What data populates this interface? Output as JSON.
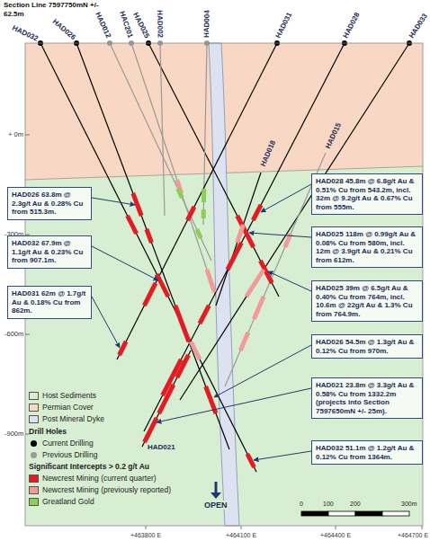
{
  "diagram": {
    "title": "Section Line 7597750mN +/- 62.5m",
    "nodes": [
      {
        "text": [
          "HAD026 63.8m @ 2.3g/t Au & 0.28% Cu from 515.3m."
        ]
      },
      {
        "text": [
          "HAD032 67.9m @ 1.1g/t Au & 0.23% Cu from 907.1m."
        ]
      },
      {
        "text": [
          "HAD031 62m @ 1.7g/t Au & 0.18% Cu from 862m."
        ]
      },
      {
        "text": [
          "HAD028 45.8m @ 6.8g/t Au & 0.51% Cu from 543.2m, incl. 32m @ 9.2g/t Au & 0.67% Cu from 555m."
        ]
      },
      {
        "text": [
          "HAD025 118m @ 0.99g/t Au & 0.08% Cu from 580m, incl. 12m @ 3.9g/t Au & 0.21% Cu from 612m."
        ]
      },
      {
        "text": [
          "HAD025 39m @ 6.5g/t Au & 0.40% Cu from 764m, incl. 10.6m @ 22g/t Au & 1.3% Cu from 764.9m."
        ]
      },
      {
        "text": [
          "HAD026 54.5m @ 1.3g/t Au & 0.12% Cu from 970m."
        ]
      },
      {
        "text": [
          "HAD021 23.8m @ 3.3g/t Au & 0.58% Cu from 1332.2m (projects into Section 7597650mN +/- 25m)."
        ]
      },
      {
        "text": [
          "HAD032 51.1m @ 1.2g/t Au & 0.12% Cu from 1364m."
        ]
      }
    ],
    "labels": [
      "HAD032",
      "HAD026",
      "HAD012",
      "HAC201",
      "HAD025",
      "HAD002",
      "HAD004",
      "HAD031",
      "HAD028",
      "HAD033",
      "HAD015",
      "HAD018",
      "HAD021",
      "+ 0m",
      "-300m",
      "-600m",
      "-900m",
      "+463800 E",
      "+464100 E",
      "+464400 E",
      "+464700 E",
      "Drill Holes",
      "Significant Intercepts > 0.2 g/t Au",
      "OPEN",
      "0",
      "100",
      "200",
      "300m"
    ],
    "legend": [
      {
        "text": "Host Sediments",
        "color": "#d8eed2"
      },
      {
        "text": "Permian Cover",
        "color": "#f8d8c4"
      },
      {
        "text": "Post Mineral Dyke",
        "color": "#dce2f0"
      },
      {
        "text": "Current Drilling"
      },
      {
        "text": "Previous Drilling"
      },
      {
        "text": "Newcrest Mining (current quarter)",
        "color": "#e31b23"
      },
      {
        "text": "Newcrest Mining (previously reported)",
        "color": "#f29a9a"
      },
      {
        "text": "Greatland Gold",
        "color": "#8ccf55"
      }
    ]
  }
}
